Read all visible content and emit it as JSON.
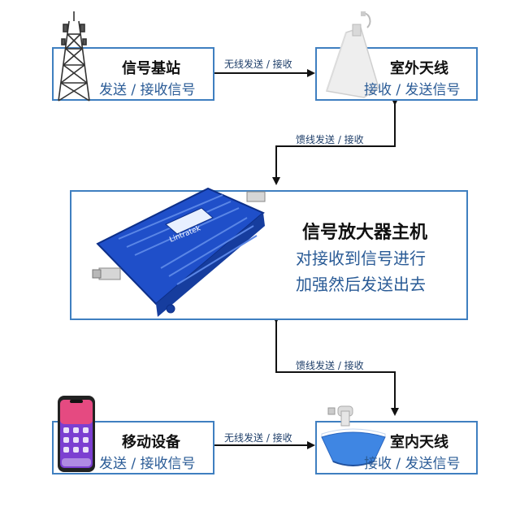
{
  "nodes": {
    "base_station": {
      "title": "信号基站",
      "subtitle": "发送 / 接收信号"
    },
    "outdoor_antenna": {
      "title": "室外天线",
      "subtitle": "接收 / 发送信号"
    },
    "amplifier": {
      "title": "信号放大器主机",
      "line1": "对接收到信号进行",
      "line2": "加强然后发送出去",
      "device_logo": "Lintratek"
    },
    "mobile_device": {
      "title": "移动设备",
      "subtitle": "发送 / 接收信号"
    },
    "indoor_antenna": {
      "title": "室内天线",
      "subtitle": "接收 / 发送信号"
    }
  },
  "links": {
    "top_wireless": "无线发送 / 接收",
    "feeder_top": "馈线发送 / 接收",
    "feeder_bottom": "馈线发送 / 接收",
    "bottom_wireless": "无线发送 / 接收"
  },
  "colors": {
    "border": "#3f7fc0",
    "subtitle": "#2a5b96",
    "arrow": "#111111",
    "device_blue": "#1f4fc9"
  }
}
